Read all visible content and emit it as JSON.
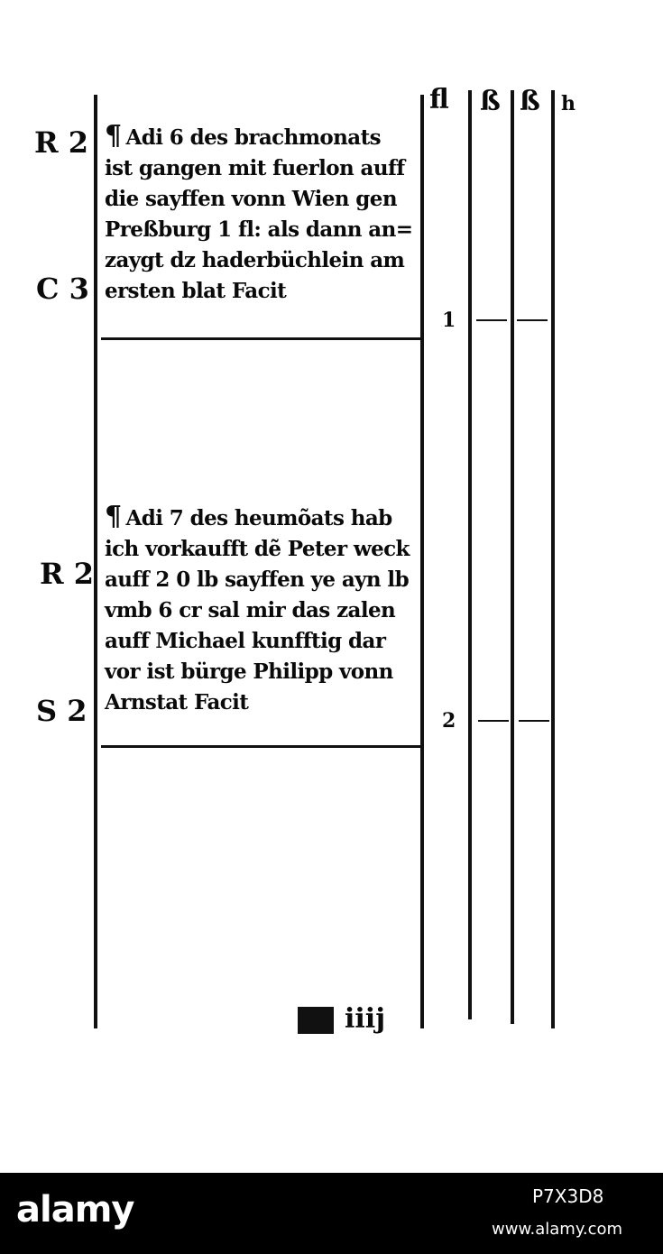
{
  "columns": {
    "heads": [
      "fl",
      "ß",
      "ß",
      "h"
    ]
  },
  "entries": [
    {
      "lines": [
        "Adi 6 des brachmonats",
        "ist gangen mit fuerlon auff",
        "die sayffen vonn Wien gen",
        "Preßburg 1 fl: als dann an=",
        "zaygt dz haderbüchlein am",
        "ersten blat Facit"
      ],
      "margin_labels": [
        "R 2",
        "C 3"
      ],
      "amount": "1"
    },
    {
      "lines": [
        "Adi 7 des heumõats hab",
        "ich vorkaufft dẽ Peter weck",
        "auff 2 0 lb sayffen ye ayn lb",
        "vmb 6 cr sal mir das zalen",
        "auff Michael kunfftig dar",
        "vor ist bürge Philipp vonn",
        "Arnstat Facit"
      ],
      "margin_labels": [
        "R 2",
        "S 2"
      ],
      "amount": "2"
    }
  ],
  "footer": {
    "folio": "iiij",
    "watermark_logo": "alamy",
    "image_code": "P7X3D8",
    "site": "www.alamy.com"
  }
}
